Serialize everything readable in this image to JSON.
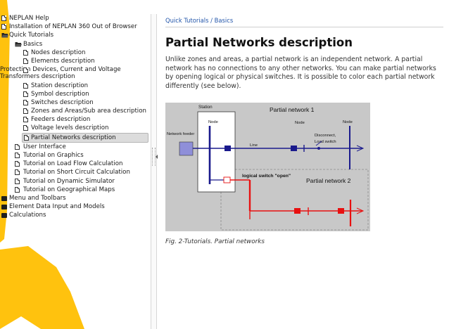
{
  "nav": {
    "items": [
      {
        "label": "NEPLAN Help",
        "level": 0,
        "icon": "page-icon"
      },
      {
        "label": "Installation of NEPLAN 360 Out of Browser",
        "level": 0,
        "icon": "page-icon"
      },
      {
        "label": "Quick Tutorials",
        "level": 0,
        "icon": "open-folder-icon"
      },
      {
        "label": "Basics",
        "level": 1,
        "icon": "open-folder-icon"
      },
      {
        "label": "Nodes description",
        "level": 2,
        "icon": "page-icon"
      },
      {
        "label": "Elements description",
        "level": 2,
        "icon": "page-icon"
      },
      {
        "label": "Protection Devices, Current and Voltage Transformers description",
        "level": 2,
        "icon": "page-icon"
      },
      {
        "label": "Station description",
        "level": 2,
        "icon": "page-icon"
      },
      {
        "label": "Symbol description",
        "level": 2,
        "icon": "page-icon"
      },
      {
        "label": "Switches description",
        "level": 2,
        "icon": "page-icon"
      },
      {
        "label": "Zones and Areas/Sub area description",
        "level": 2,
        "icon": "page-icon"
      },
      {
        "label": "Feeders description",
        "level": 2,
        "icon": "page-icon"
      },
      {
        "label": "Voltage levels description",
        "level": 2,
        "icon": "page-icon"
      },
      {
        "label": "Partial Networks description",
        "level": 2,
        "icon": "page-icon",
        "selected": true
      },
      {
        "label": "User Interface",
        "level": 1,
        "icon": "page-icon"
      },
      {
        "label": "Tutorial on Graphics",
        "level": 1,
        "icon": "page-icon"
      },
      {
        "label": "Tutorial on Load Flow Calculation",
        "level": 1,
        "icon": "page-icon"
      },
      {
        "label": "Tutorial on Short Circuit Calculation",
        "level": 1,
        "icon": "page-icon"
      },
      {
        "label": "Tutorial on Dynamic Simulator",
        "level": 1,
        "icon": "page-icon"
      },
      {
        "label": "Tutorial on Geographical Maps",
        "level": 1,
        "icon": "page-icon"
      },
      {
        "label": "Menu and Toolbars",
        "level": 0,
        "icon": "book-icon"
      },
      {
        "label": "Element Data Input and Models",
        "level": 0,
        "icon": "book-icon"
      },
      {
        "label": "Calculations",
        "level": 0,
        "icon": "book-icon"
      }
    ]
  },
  "breadcrumb": {
    "first": "Quick Tutorials",
    "separator": "/",
    "second": "Basics"
  },
  "page": {
    "title": "Partial Networks description",
    "description": "Unlike zones and areas, a partial network is an independent network. A partial network has no connections to any other networks. You can make partial networks by opening logical or physical switches. It is possible to color each partial network differently (see below).",
    "caption": "Fig. 2-Tutorials.  Partial networks"
  },
  "figure": {
    "station": "Station",
    "partial_network_1": "Partial network 1",
    "partial_network_2": "Partial network 2",
    "node_1": "Node",
    "node_2": "Node",
    "node_3": "Node",
    "network_feeder": "Network feeder",
    "line": "Line",
    "disconnect": "Disconnect,",
    "load_switch": "Load switch",
    "logical_switch": "logical switch \"open\""
  },
  "colors": {
    "accent_yellow": "#FFC20E",
    "network_blue": "#1a1a8c",
    "network_red": "#e81010",
    "link_blue": "#2255aa"
  }
}
